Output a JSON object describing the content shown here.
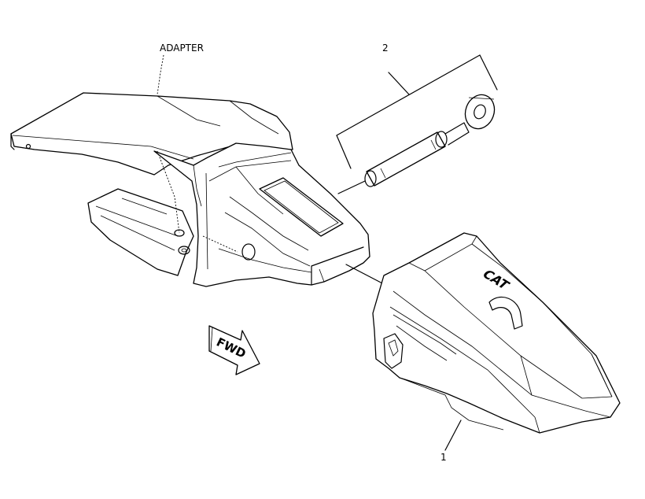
{
  "labels": {
    "adapter": "ADAPTER",
    "pin_set_number": "2",
    "tip_number": "1",
    "forward": "FWD",
    "tip_logo": "CAT"
  },
  "icons": {
    "forward": "forward-arrow-icon"
  }
}
